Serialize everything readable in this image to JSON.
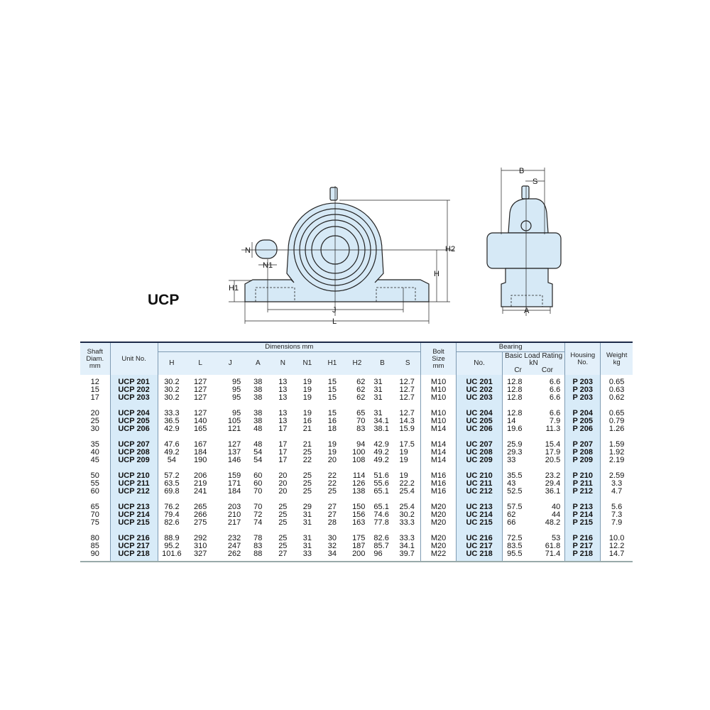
{
  "title": "UCP",
  "drawing_labels": {
    "N": "N",
    "N1": "N1",
    "H1": "H1",
    "H": "H",
    "H2": "H2",
    "J": "J",
    "L": "L",
    "B": "B",
    "S": "S",
    "A": "A"
  },
  "headers": {
    "shaft": [
      "Shaft",
      "Diam.",
      "mm"
    ],
    "unit_no": "Unit  No.",
    "dimensions": "Dimensions      mm",
    "dim_cols": [
      "H",
      "L",
      "J",
      "A",
      "N",
      "N1",
      "H1",
      "H2",
      "B",
      "S"
    ],
    "bolt": [
      "Bolt",
      "Size",
      "mm"
    ],
    "bearing": "Bearing",
    "bearing_no": "No.",
    "load_rating": "Basic Load Rating  kN",
    "cr": "Cr",
    "cor": "Cor",
    "housing": [
      "Housing",
      "No."
    ],
    "weight": [
      "Weight",
      "kg"
    ]
  },
  "rows": [
    [
      "12",
      "UCP 201",
      "30.2",
      "127",
      "95",
      "38",
      "13",
      "19",
      "15",
      "62",
      "31",
      "12.7",
      "M10",
      "UC 201",
      "12.8",
      "6.6",
      "P 203",
      "0.65"
    ],
    [
      "15",
      "UCP 202",
      "30.2",
      "127",
      "95",
      "38",
      "13",
      "19",
      "15",
      "62",
      "31",
      "12.7",
      "M10",
      "UC 202",
      "12.8",
      "6.6",
      "P 203",
      "0.63"
    ],
    [
      "17",
      "UCP 203",
      "30.2",
      "127",
      "95",
      "38",
      "13",
      "19",
      "15",
      "62",
      "31",
      "12.7",
      "M10",
      "UC 203",
      "12.8",
      "6.6",
      "P 203",
      "0.62"
    ],
    [
      "20",
      "UCP 204",
      "33.3",
      "127",
      "95",
      "38",
      "13",
      "19",
      "15",
      "65",
      "31",
      "12.7",
      "M10",
      "UC 204",
      "12.8",
      "6.6",
      "P 204",
      "0.65"
    ],
    [
      "25",
      "UCP 205",
      "36.5",
      "140",
      "105",
      "38",
      "13",
      "16",
      "16",
      "70",
      "34.1",
      "14.3",
      "M10",
      "UC 205",
      "14",
      "7.9",
      "P 205",
      "0.79"
    ],
    [
      "30",
      "UCP 206",
      "42.9",
      "165",
      "121",
      "48",
      "17",
      "21",
      "18",
      "83",
      "38.1",
      "15.9",
      "M14",
      "UC 206",
      "19.6",
      "11.3",
      "P 206",
      "1.26"
    ],
    [
      "35",
      "UCP 207",
      "47.6",
      "167",
      "127",
      "48",
      "17",
      "21",
      "19",
      "94",
      "42.9",
      "17.5",
      "M14",
      "UC 207",
      "25.9",
      "15.4",
      "P 207",
      "1.59"
    ],
    [
      "40",
      "UCP 208",
      "49.2",
      "184",
      "137",
      "54",
      "17",
      "25",
      "19",
      "100",
      "49.2",
      "19",
      "M14",
      "UC 208",
      "29.3",
      "17.9",
      "P 208",
      "1.92"
    ],
    [
      "45",
      "UCP 209",
      "54",
      "190",
      "146",
      "54",
      "17",
      "22",
      "20",
      "108",
      "49.2",
      "19",
      "M14",
      "UC 209",
      "33",
      "20.5",
      "P 209",
      "2.19"
    ],
    [
      "50",
      "UCP 210",
      "57.2",
      "206",
      "159",
      "60",
      "20",
      "25",
      "22",
      "114",
      "51.6",
      "19",
      "M16",
      "UC 210",
      "35.5",
      "23.2",
      "P 210",
      "2.59"
    ],
    [
      "55",
      "UCP 211",
      "63.5",
      "219",
      "171",
      "60",
      "20",
      "25",
      "22",
      "126",
      "55.6",
      "22.2",
      "M16",
      "UC 211",
      "43",
      "29.4",
      "P 211",
      "3.3"
    ],
    [
      "60",
      "UCP 212",
      "69.8",
      "241",
      "184",
      "70",
      "20",
      "25",
      "25",
      "138",
      "65.1",
      "25.4",
      "M16",
      "UC 212",
      "52.5",
      "36.1",
      "P 212",
      "4.7"
    ],
    [
      "65",
      "UCP 213",
      "76.2",
      "265",
      "203",
      "70",
      "25",
      "29",
      "27",
      "150",
      "65.1",
      "25.4",
      "M20",
      "UC 213",
      "57.5",
      "40",
      "P 213",
      "5.6"
    ],
    [
      "70",
      "UCP 214",
      "79.4",
      "266",
      "210",
      "72",
      "25",
      "31",
      "27",
      "156",
      "74.6",
      "30.2",
      "M20",
      "UC 214",
      "62",
      "44",
      "P 214",
      "7.3"
    ],
    [
      "75",
      "UCP 215",
      "82.6",
      "275",
      "217",
      "74",
      "25",
      "31",
      "28",
      "163",
      "77.8",
      "33.3",
      "M20",
      "UC 215",
      "66",
      "48.2",
      "P 215",
      "7.9"
    ],
    [
      "80",
      "UCP 216",
      "88.9",
      "292",
      "232",
      "78",
      "25",
      "31",
      "30",
      "175",
      "82.6",
      "33.3",
      "M20",
      "UC 216",
      "72.5",
      "53",
      "P 216",
      "10.0"
    ],
    [
      "85",
      "UCP 217",
      "95.2",
      "310",
      "247",
      "83",
      "25",
      "31",
      "32",
      "187",
      "85.7",
      "34.1",
      "M20",
      "UC 217",
      "83.5",
      "61.8",
      "P 217",
      "12.2"
    ],
    [
      "90",
      "UCP 218",
      "101.6",
      "327",
      "262",
      "88",
      "27",
      "33",
      "34",
      "200",
      "96",
      "39.7",
      "M22",
      "UC 218",
      "95.5",
      "71.4",
      "P 218",
      "14.7"
    ]
  ],
  "colors": {
    "housing_fill": "#d6e9f6",
    "column_highlight": "#d8ebf8",
    "header_bg": "#e3f0fa",
    "rule": "#1c2a48"
  }
}
